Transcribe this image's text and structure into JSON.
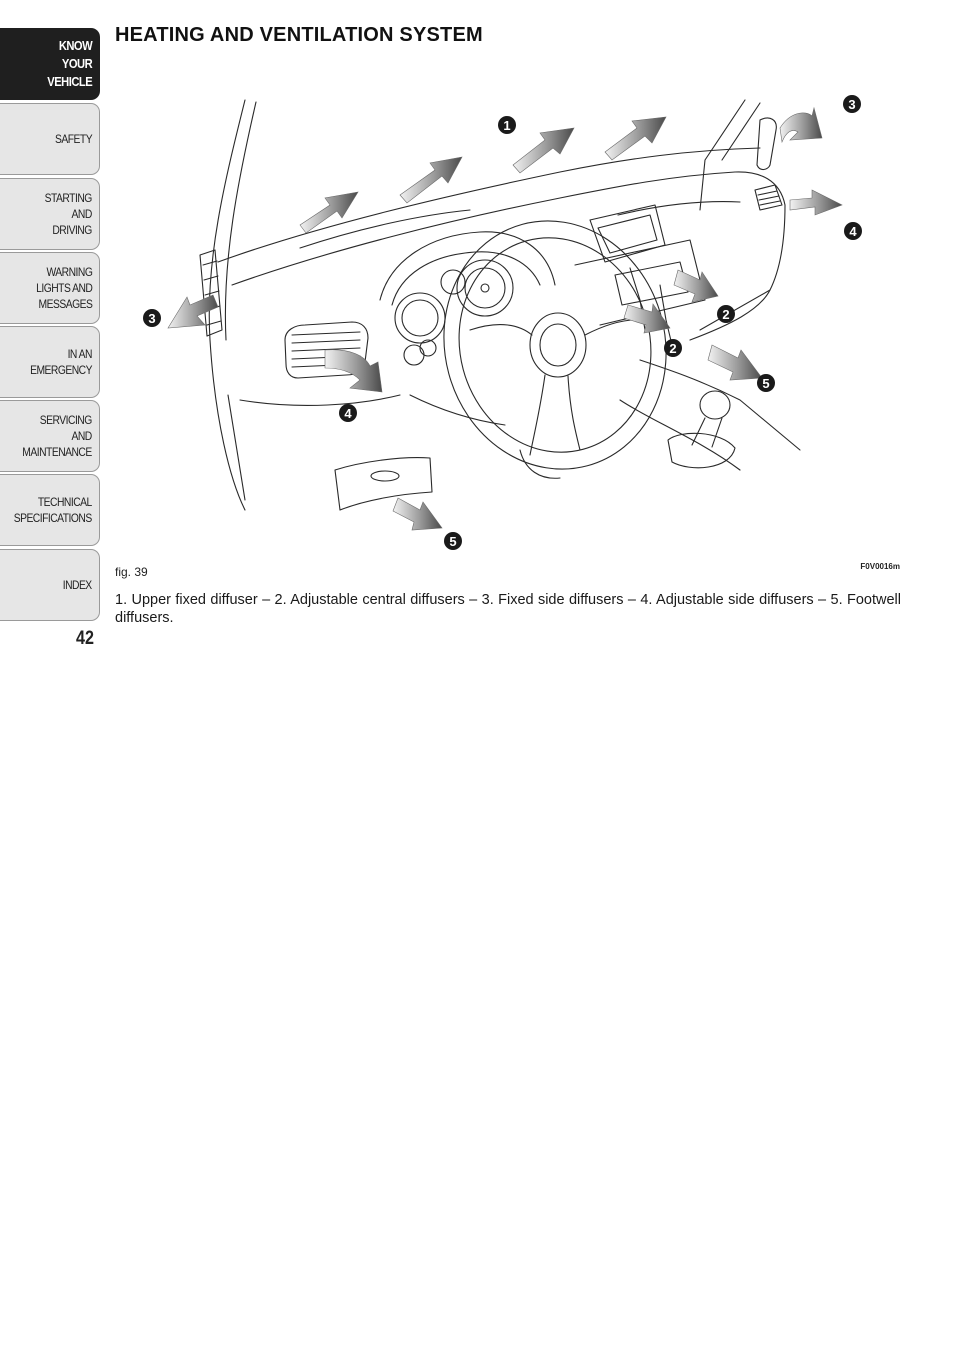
{
  "tabs": [
    {
      "label": "KNOW\nYOUR\nVEHICLE",
      "active": true
    },
    {
      "label": "SAFETY",
      "active": false
    },
    {
      "label": "STARTING\nAND\nDRIVING",
      "active": false
    },
    {
      "label": "WARNING\nLIGHTS AND\nMESSAGES",
      "active": false
    },
    {
      "label": "IN AN\nEMERGENCY",
      "active": false
    },
    {
      "label": "SERVICING\nAND\nMAINTENANCE",
      "active": false
    },
    {
      "label": "TECHNICAL\nSPECIFICATIONS",
      "active": false
    },
    {
      "label": "INDEX",
      "active": false
    }
  ],
  "page_number": "42",
  "section_title": "HEATING AND VENTILATION SYSTEM",
  "figure": {
    "label": "fig. 39",
    "code": "F0V0016m",
    "callouts": [
      "1",
      "2",
      "3",
      "4",
      "5"
    ]
  },
  "caption": "1. Upper fixed diffuser – 2. Adjustable central diffusers – 3. Fixed side diffusers – 4. Adjustable side diffusers – 5. Footwell diffusers.",
  "colors": {
    "active_tab": "#1f1f1f",
    "inactive_tab": "#e6e6e6",
    "callout": "#1a1a1a",
    "arrow": "#8a8a8a"
  }
}
